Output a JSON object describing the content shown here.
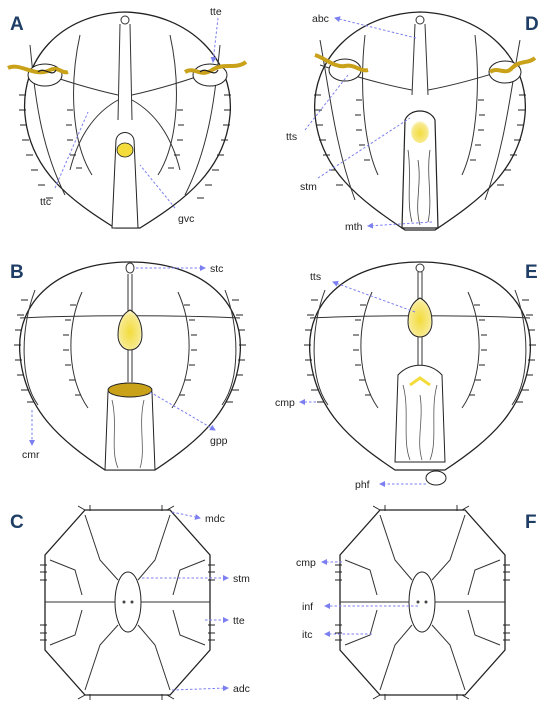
{
  "figure": {
    "panels": [
      {
        "letter": "A",
        "labels": [
          "tte",
          "ttc",
          "gvc"
        ]
      },
      {
        "letter": "D",
        "labels": [
          "abc",
          "tts",
          "stm",
          "mth"
        ]
      },
      {
        "letter": "B",
        "labels": [
          "stc",
          "cmr",
          "gpp"
        ]
      },
      {
        "letter": "E",
        "labels": [
          "tts",
          "cmp",
          "phf"
        ]
      },
      {
        "letter": "C",
        "labels": [
          "mdc",
          "stm",
          "tte",
          "adc"
        ]
      },
      {
        "letter": "F",
        "labels": [
          "cmp",
          "inf",
          "itc"
        ]
      }
    ],
    "colors": {
      "pointer": "#7b7ff0",
      "letter": "#1f3e66",
      "yellow": "#f3dc3c",
      "gold": "#c9a21a"
    }
  }
}
